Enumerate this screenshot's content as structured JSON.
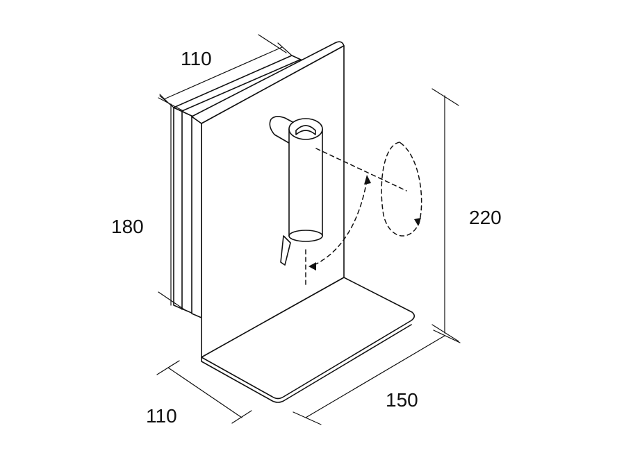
{
  "dimensions": {
    "box_depth": "110",
    "box_height": "180",
    "total_height": "220",
    "base_width": "150",
    "base_depth": "110"
  }
}
